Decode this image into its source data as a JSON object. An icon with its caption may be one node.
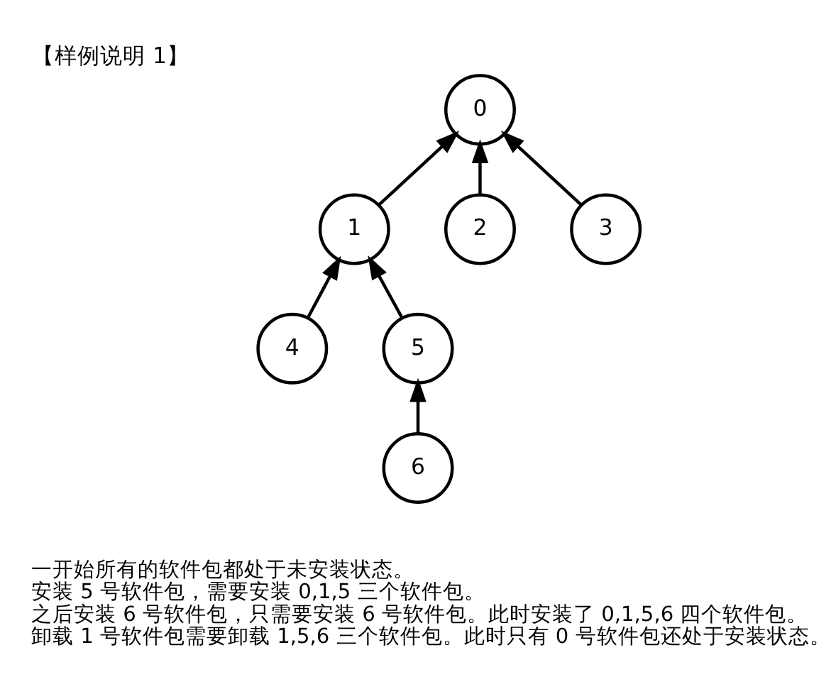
{
  "diagram": {
    "title": "【样例说明 1】",
    "nodes": [
      {
        "text": [
          "0"
        ]
      },
      {
        "text": [
          "1"
        ]
      },
      {
        "text": [
          "2"
        ]
      },
      {
        "text": [
          "3"
        ]
      },
      {
        "text": [
          "4"
        ]
      },
      {
        "text": [
          "5"
        ]
      },
      {
        "text": [
          "6"
        ]
      }
    ],
    "edges": [
      {
        "from": 1,
        "to": 0,
        "arrow": "to"
      },
      {
        "from": 2,
        "to": 0,
        "arrow": "to"
      },
      {
        "from": 3,
        "to": 0,
        "arrow": "to"
      },
      {
        "from": 4,
        "to": 1,
        "arrow": "to"
      },
      {
        "from": 5,
        "to": 1,
        "arrow": "to"
      },
      {
        "from": 6,
        "to": 5,
        "arrow": "to"
      }
    ],
    "labels": [
      "一开始所有的软件包都处于未安装状态。",
      "安装 5 号软件包，需要安装 0,1,5 三个软件包。",
      "之后安装 6 号软件包，只需要安装 6 号软件包。此时安装了 0,1,5,6 四个软件包。",
      "卸载 1 号软件包需要卸载 1,5,6 三个软件包。此时只有 0 号软件包还处于安装状态。"
    ]
  }
}
